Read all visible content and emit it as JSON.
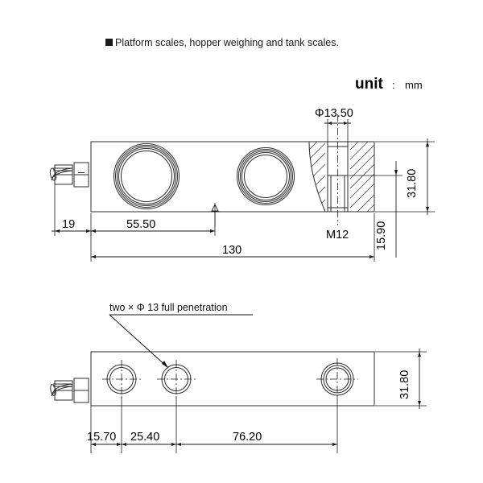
{
  "header": {
    "bullet_icon": "filled-square-bullet",
    "caption": "Platform scales, hopper weighing and tank scales."
  },
  "unit_note": {
    "label": "unit",
    "separator": ":",
    "value": "mm"
  },
  "views": {
    "side_view": {
      "name": "side-elevation-view",
      "callouts": {
        "hole_diameter": "Φ13.50",
        "thread": "M12"
      },
      "dimensions": {
        "cable_end": "19",
        "first_hole_center": "55.50",
        "overall_length": "130",
        "height": "31.80",
        "thread_depth": "15.90"
      }
    },
    "bottom_view": {
      "name": "bottom-plan-view",
      "note": "two × Φ 13 full penetration",
      "dimensions": {
        "edge_to_first_hole": "15.70",
        "first_to_second_hole": "25.40",
        "second_to_third_hole": "76.20",
        "width": "31.80"
      }
    }
  },
  "colors": {
    "line": "#2b2b2b",
    "dimension": "#1a1a1a",
    "text": "#111111",
    "background": "#ffffff"
  }
}
